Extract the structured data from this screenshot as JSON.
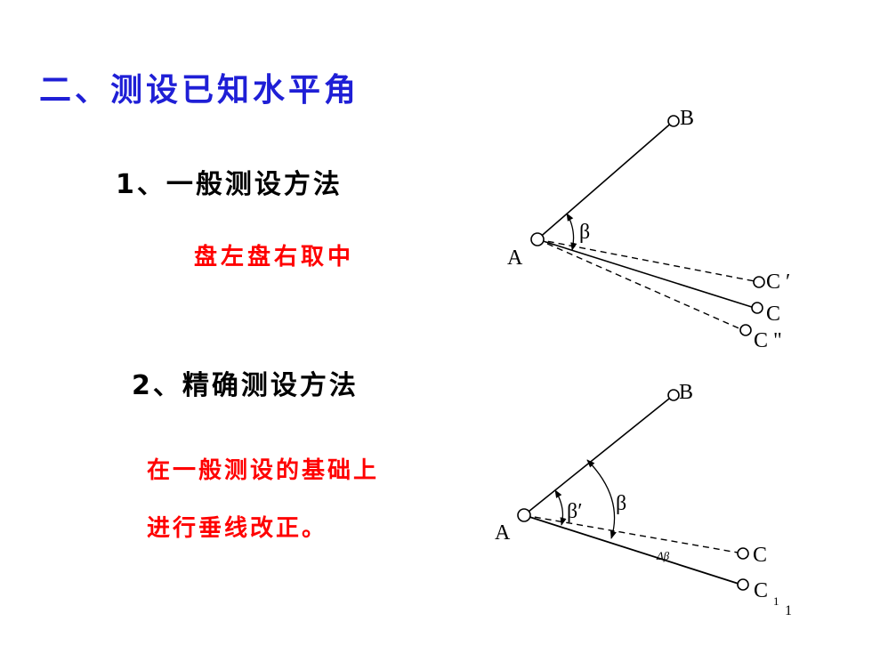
{
  "colors": {
    "title": "#1f1fd6",
    "red": "#ff0000",
    "line": "#000000"
  },
  "title": "二、测设已知水平角",
  "method1": {
    "heading": "1、一般测设方法",
    "desc": "盘左盘右取中"
  },
  "method2": {
    "heading": "2、精确测设方法",
    "desc_line1": "在一般测设的基础上",
    "desc_line2": "进行垂线改正。"
  },
  "diagram1": {
    "label_A": "A",
    "label_B": "B",
    "label_C_prime": "C ′",
    "label_C": "C",
    "label_C_dprime": "C \"",
    "label_beta": "β"
  },
  "diagram2": {
    "label_A": "A",
    "label_B": "B",
    "label_C": "C",
    "label_C1": "C",
    "label_C1_sub": "1",
    "label_beta_prime": "β′",
    "label_beta": "β",
    "label_delta_beta": "Δβ"
  },
  "page_number": "1"
}
